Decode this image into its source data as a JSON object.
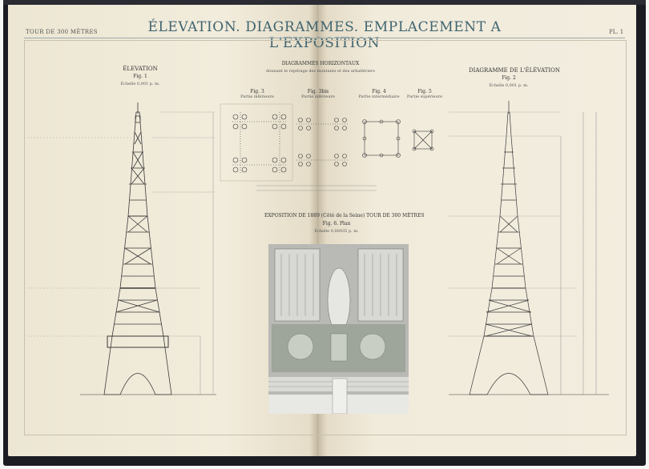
{
  "header": {
    "title": "ÉLEVATION. DIAGRAMMES. EMPLACEMENT A L'EXPOSITION",
    "left_label": "TOUR DE 300 MÈTRES",
    "right_label": "PL. 1"
  },
  "left_panel": {
    "heading": "ÉLEVATION",
    "fig": "Fig. 1",
    "scale": "Échelle 0,001 p. m."
  },
  "center_panel": {
    "heading": "DIAGRAMMES HORIZONTAUX",
    "subheading": "donnant le repérage des montants et des arbalétriers",
    "figs": [
      {
        "fig": "Fig. 3",
        "title": "Partie inférieure"
      },
      {
        "fig": "Fig. 3bis",
        "title": "Partie inférieure"
      },
      {
        "fig": "Fig. 4",
        "title": "Partie intermédiaire"
      },
      {
        "fig": "Fig. 5",
        "title": "Partie supérieure"
      }
    ],
    "expo_heading": "EXPOSITION DE 1889 (Côté de la Seine) TOUR DE 300 MÈTRES",
    "expo_fig": "Fig. 6. Plan",
    "expo_scale": "Échelle 0,00035 p. m."
  },
  "right_panel": {
    "heading": "DIAGRAMME DE L'ÉLÉVATION",
    "fig": "Fig. 2",
    "scale": "Échelle 0,001 p. m."
  },
  "colors": {
    "title": "#3f6470",
    "line": "#3a3a3a",
    "paper": "#efeadb"
  }
}
